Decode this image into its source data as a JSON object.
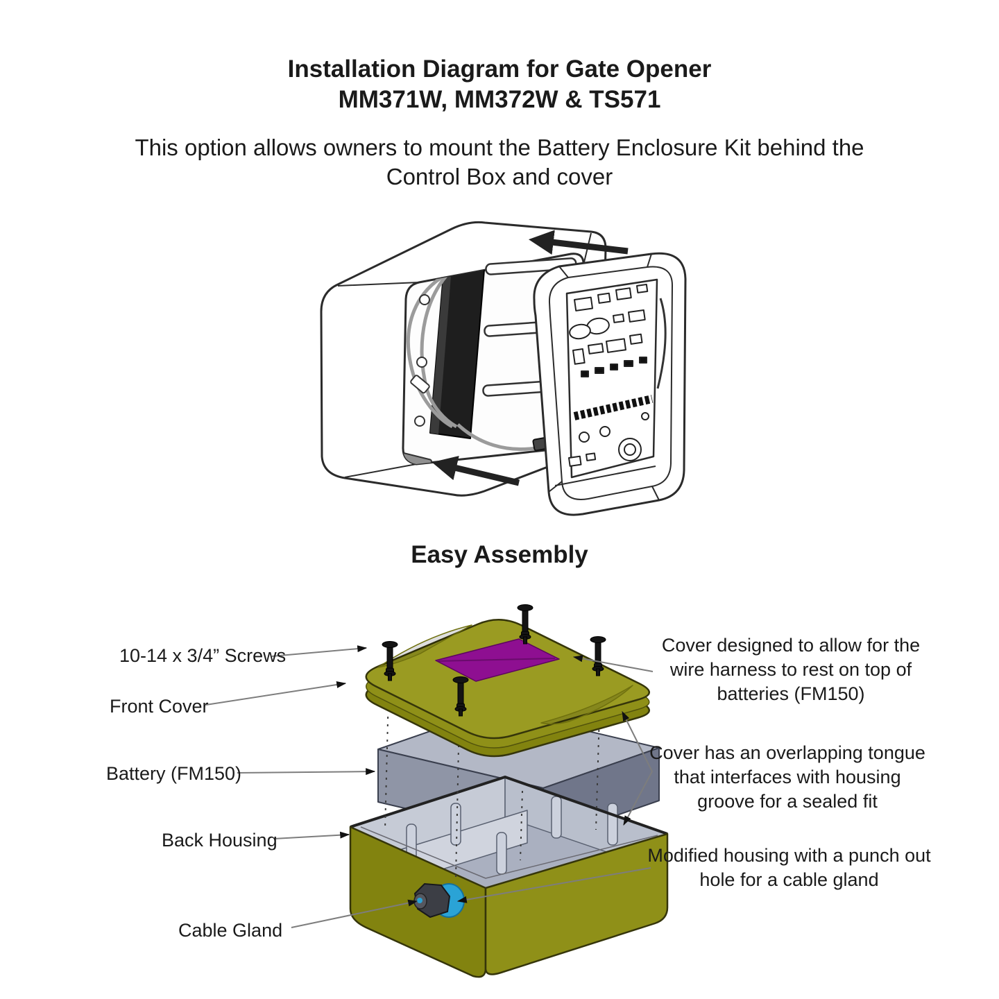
{
  "header": {
    "title_line1": "Installation Diagram for Gate Opener",
    "title_line2": "MM371W, MM372W & TS571",
    "subtitle_line1": "This option allows owners to mount the Battery Enclosure Kit behind the",
    "subtitle_line2": "Control Box and cover"
  },
  "assembly_section": {
    "heading": "Easy Assembly"
  },
  "labels": {
    "left": [
      {
        "text": "10-14 x 3/4” Screws"
      },
      {
        "text": "Front Cover"
      },
      {
        "text": "Battery (FM150)"
      },
      {
        "text": "Back Housing"
      },
      {
        "text": "Cable Gland"
      }
    ],
    "right": [
      {
        "text": "Cover designed to allow for the wire harness to rest on top of batteries (FM150)"
      },
      {
        "text": "Cover has an overlapping tongue that interfaces with housing groove for a sealed fit"
      },
      {
        "text": "Modified housing with a punch out hole for a cable gland"
      }
    ]
  },
  "colors": {
    "olive": "#9a9b22",
    "olive-mid": "#8f9018",
    "olive-dark": "#82830f",
    "purple": "#8e0f91",
    "battery-top": "#b3b8c6",
    "battery-front": "#8f95a6",
    "battery-side": "#70768a",
    "interior": "#aab0c0",
    "interior-light": "#c6cbd6",
    "gland-blue": "#2aa3d6",
    "gland-dark": "#3c3e45",
    "line": "#2b2b2b",
    "leader": "#7d7d7d"
  }
}
